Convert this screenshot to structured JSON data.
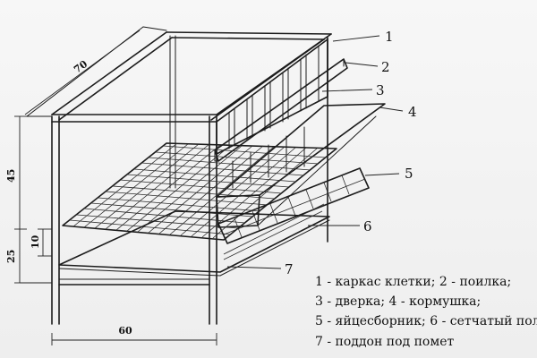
{
  "callouts": [
    "1",
    "2",
    "3",
    "4",
    "5",
    "6",
    "7"
  ],
  "dimensions": {
    "width": "70",
    "height": "45",
    "leg": "25",
    "gap": "10",
    "depth": "60"
  },
  "legend": [
    "1 - каркас клетки; 2 - поилка;",
    "3 - дверка; 4 - кормушка;",
    "5 - яйцесборник; 6 - сетчатый пол",
    "7 - поддон под помет"
  ]
}
